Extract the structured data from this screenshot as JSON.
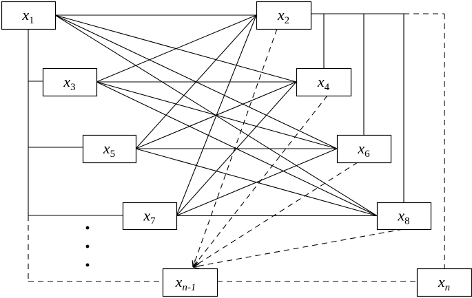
{
  "nodes": [
    {
      "id": "x1",
      "base": "x",
      "sub": "1"
    },
    {
      "id": "x2",
      "base": "x",
      "sub": "2"
    },
    {
      "id": "x3",
      "base": "x",
      "sub": "3"
    },
    {
      "id": "x4",
      "base": "x",
      "sub": "4"
    },
    {
      "id": "x5",
      "base": "x",
      "sub": "5"
    },
    {
      "id": "x6",
      "base": "x",
      "sub": "6"
    },
    {
      "id": "x7",
      "base": "x",
      "sub": "7"
    },
    {
      "id": "x8",
      "base": "x",
      "sub": "8"
    },
    {
      "id": "xn1",
      "base": "x",
      "sub": "n-1"
    },
    {
      "id": "xn",
      "base": "x",
      "sub": "n"
    }
  ],
  "edges": {
    "solid": [
      [
        "x1",
        "x2"
      ],
      [
        "x1",
        "x4"
      ],
      [
        "x1",
        "x6"
      ],
      [
        "x1",
        "x8"
      ],
      [
        "x3",
        "x2"
      ],
      [
        "x3",
        "x4"
      ],
      [
        "x3",
        "x6"
      ],
      [
        "x3",
        "x8"
      ],
      [
        "x5",
        "x2"
      ],
      [
        "x5",
        "x4"
      ],
      [
        "x5",
        "x6"
      ],
      [
        "x5",
        "x8"
      ],
      [
        "x7",
        "x2"
      ],
      [
        "x7",
        "x4"
      ],
      [
        "x7",
        "x6"
      ],
      [
        "x7",
        "x8"
      ]
    ],
    "dashed_to_xn1": [
      "x2",
      "x4",
      "x6",
      "x8"
    ]
  },
  "ellipsis": "⋮"
}
